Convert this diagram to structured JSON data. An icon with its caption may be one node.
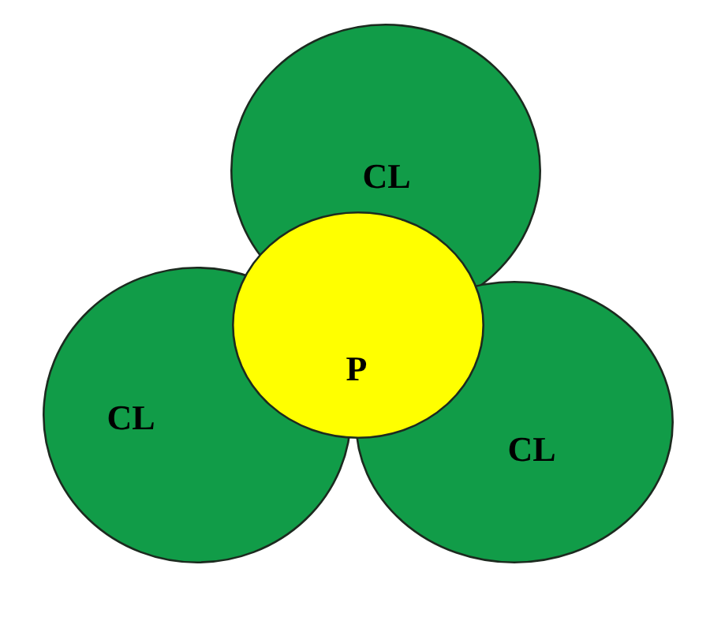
{
  "diagram": {
    "nodes": [
      {
        "text": [
          "CL"
        ]
      },
      {
        "text": [
          "P"
        ]
      },
      {
        "text": [
          "CL"
        ]
      },
      {
        "text": [
          "CL"
        ]
      }
    ]
  }
}
